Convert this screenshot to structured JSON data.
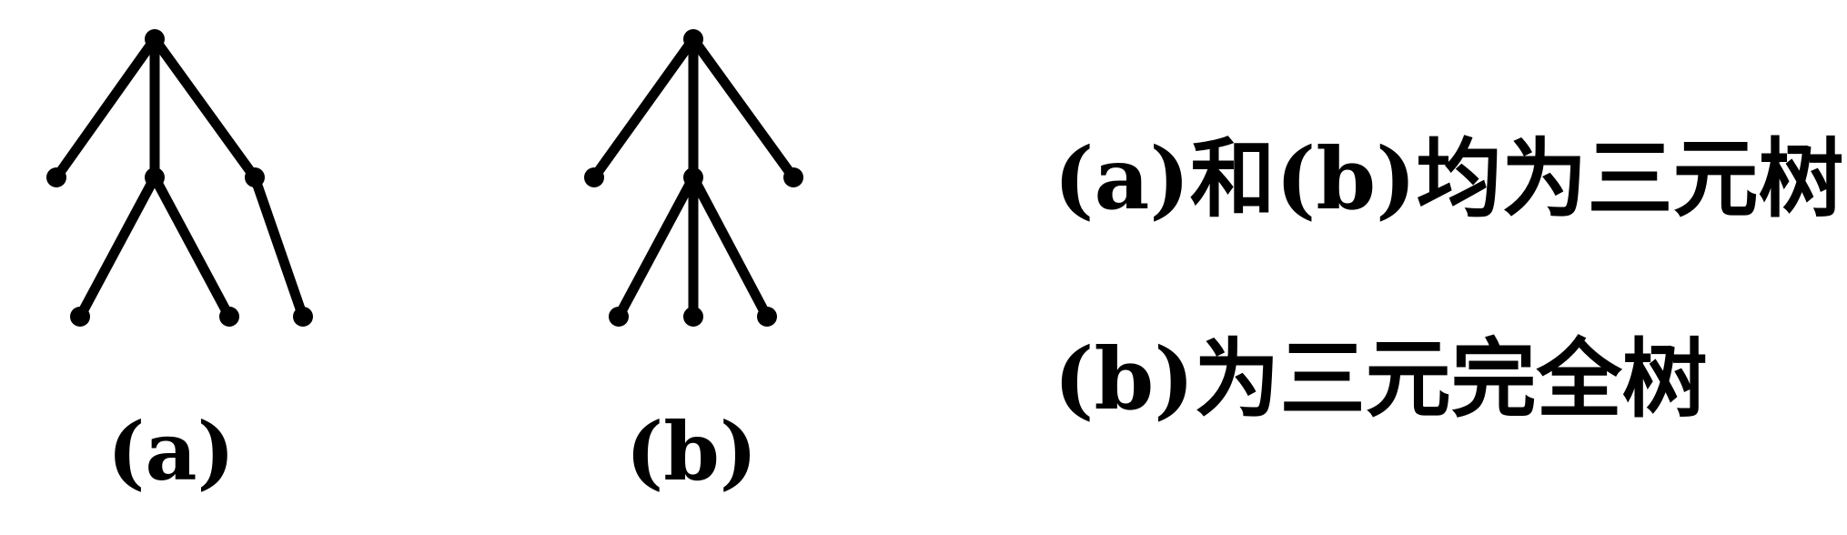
{
  "figure": {
    "tree_a": {
      "caption": "(a)"
    },
    "tree_b": {
      "caption": "(b)"
    }
  },
  "statements": [
    "(a)和(b)均为三元树",
    "(b)为三元完全树"
  ]
}
